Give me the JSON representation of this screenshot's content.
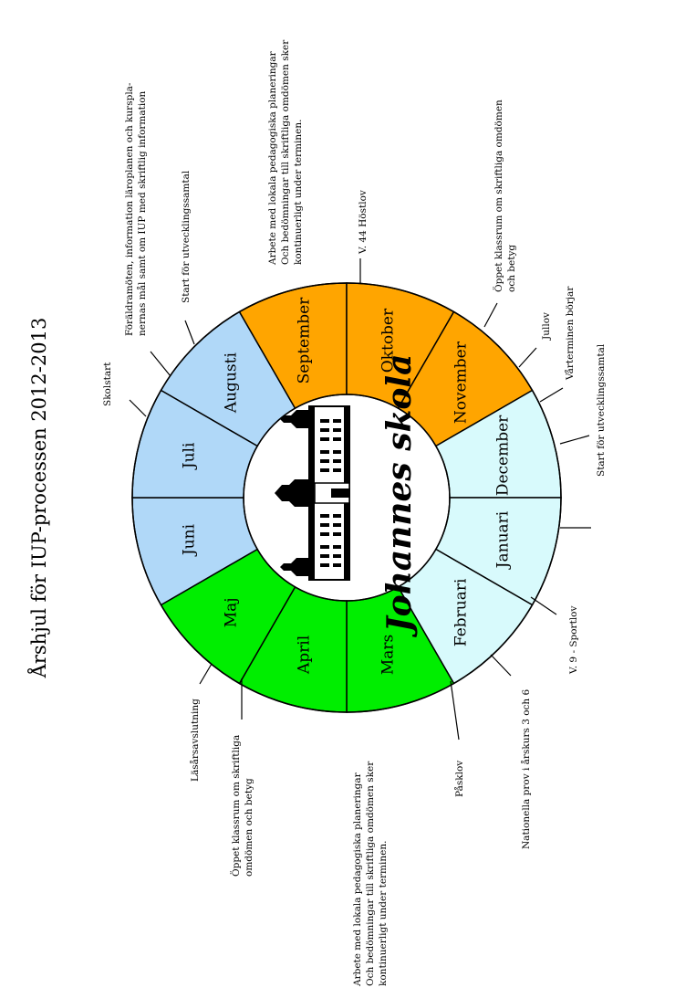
{
  "title": "Årshjul för IUP-processen 2012-2013",
  "logo_text": "Johannes skola",
  "colors": {
    "orange": "#FFA500",
    "light_blue": "#B0D8F8",
    "pale_cyan": "#D8FAFC",
    "green": "#00EE00",
    "outline": "#000000"
  },
  "months": [
    {
      "name": "Augusti",
      "color": "light_blue"
    },
    {
      "name": "September",
      "color": "orange"
    },
    {
      "name": "Oktober",
      "color": "orange"
    },
    {
      "name": "November",
      "color": "orange"
    },
    {
      "name": "December",
      "color": "pale_cyan"
    },
    {
      "name": "Januari",
      "color": "pale_cyan"
    },
    {
      "name": "Februari",
      "color": "pale_cyan"
    },
    {
      "name": "Mars",
      "color": "green"
    },
    {
      "name": "April",
      "color": "green"
    },
    {
      "name": "Maj",
      "color": "green"
    },
    {
      "name": "Juni",
      "color": "light_blue"
    },
    {
      "name": "Juli",
      "color": "light_blue"
    }
  ],
  "annotations": {
    "skolstart": [
      "Skolstart"
    ],
    "foraldramoten": [
      "Föräldramöten, information läroplanen och kurspla-",
      "nernas mål samt om IUP med skriftlig information"
    ],
    "utvecklingssamtal_h": [
      "Start för utvecklingssamtal"
    ],
    "arbete_h": [
      "Arbete med lokala pedagogiska planeringar",
      "Och bedömningar till skriftliga omdömen sker",
      "kontinuerligt under terminen."
    ],
    "hostlov": [
      "V. 44 Höstlov"
    ],
    "oppet_h": [
      "Öppet klassrum om skriftliga omdömen",
      "och betyg"
    ],
    "jullov": [
      "Jullov"
    ],
    "varterminen": [
      "Vårterminen börjar"
    ],
    "utvecklingssamtal_v": [
      "Start för utvecklingssamtal"
    ],
    "sportlov": [
      "V. 9 - Sportlov"
    ],
    "nationella": [
      "Nationella prov i årskurs 3 och 6"
    ],
    "pasklov": [
      "Påsklov"
    ],
    "arbete_v": [
      "Arbete med lokala pedagogiska planeringar",
      "Och bedömningar till skriftliga omdömen sker",
      "kontinuerligt under terminen."
    ],
    "oppet_v": [
      "Öppet klassrum om skriftliga",
      "omdömen och betyg"
    ],
    "lasarsavslutning": [
      "Läsårsavslutning"
    ]
  }
}
